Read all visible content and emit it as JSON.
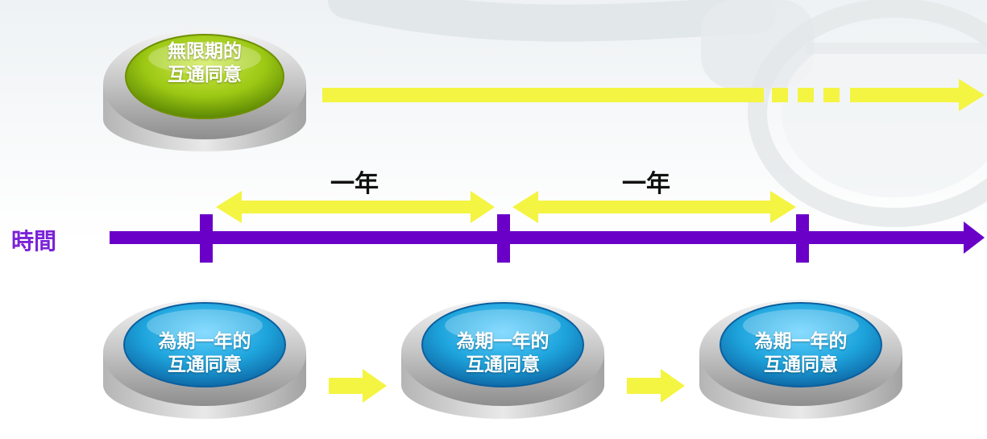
{
  "time_label": "時間",
  "year_label_1": "一年",
  "year_label_2": "一年",
  "unlimited_consent": {
    "line1": "無限期的",
    "line2": "互通同意",
    "color": "#8dbb00"
  },
  "annual_consents": [
    {
      "line1": "為期一年的",
      "line2": "互通同意"
    },
    {
      "line1": "為期一年的",
      "line2": "互通同意"
    },
    {
      "line1": "為期一年的",
      "line2": "互通同意"
    }
  ],
  "colors": {
    "timeline": "#6a00c8",
    "arrow": "#f4f442",
    "annual_button": "#1ea4dc",
    "time_label": "#7a22d6"
  }
}
